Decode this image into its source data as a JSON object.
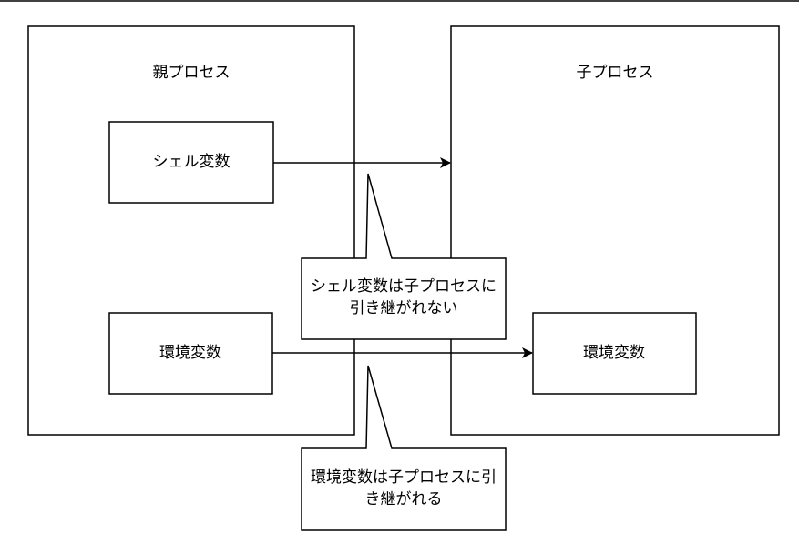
{
  "parent_process": {
    "title": "親プロセス",
    "shell_var": "シェル変数",
    "env_var": "環境変数"
  },
  "child_process": {
    "title": "子プロセス",
    "env_var": "環境変数"
  },
  "callouts": {
    "shell_note_line1": "シェル変数は子プロセスに",
    "shell_note_line2": "引き継がれない",
    "env_note_line1": "環境変数は子プロセスに引",
    "env_note_line2": "き継がれる"
  },
  "colors": {
    "stroke": "#000000",
    "fill": "#ffffff",
    "text": "#000000"
  }
}
